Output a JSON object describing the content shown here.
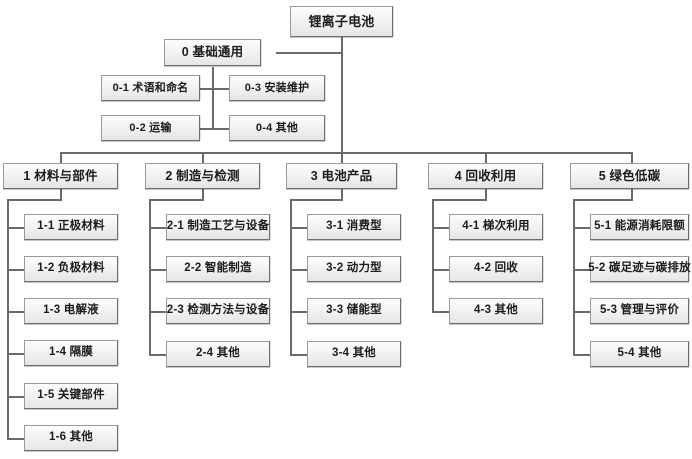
{
  "diagram": {
    "root": {
      "label": "锂离子电池"
    },
    "general": {
      "label": "0 基础通用",
      "children": [
        {
          "label": "0-1 术语和命名"
        },
        {
          "label": "0-2 运输"
        },
        {
          "label": "0-3 安装维护"
        },
        {
          "label": "0-4 其他"
        }
      ]
    },
    "branches": [
      {
        "label": "1 材料与部件",
        "children": [
          {
            "label": "1-1 正极材料"
          },
          {
            "label": "1-2 负极材料"
          },
          {
            "label": "1-3 电解液"
          },
          {
            "label": "1-4 隔膜"
          },
          {
            "label": "1-5 关键部件"
          },
          {
            "label": "1-6 其他"
          }
        ]
      },
      {
        "label": "2 制造与检测",
        "children": [
          {
            "label": "2-1 制造工艺与设备"
          },
          {
            "label": "2-2 智能制造"
          },
          {
            "label": "2-3 检测方法与设备"
          },
          {
            "label": "2-4 其他"
          }
        ]
      },
      {
        "label": "3 电池产品",
        "children": [
          {
            "label": "3-1 消费型"
          },
          {
            "label": "3-2 动力型"
          },
          {
            "label": "3-3 储能型"
          },
          {
            "label": "3-4 其他"
          }
        ]
      },
      {
        "label": "4 回收利用",
        "children": [
          {
            "label": "4-1 梯次利用"
          },
          {
            "label": "4-2 回收"
          },
          {
            "label": "4-3 其他"
          }
        ]
      },
      {
        "label": "5 绿色低碳",
        "children": [
          {
            "label": "5-1 能源消耗限额"
          },
          {
            "label": "5-2 碳足迹与碳排放"
          },
          {
            "label": "5-3 管理与评价"
          },
          {
            "label": "5-4 其他"
          }
        ]
      }
    ],
    "colors": {
      "box_border": "#6e6e6e",
      "box_fill_top": "#fdfdfd",
      "box_fill_bottom": "#e6e6e6",
      "connector": "#6b6b6b",
      "text": "#1c1c1c",
      "background": "#ffffff"
    }
  }
}
